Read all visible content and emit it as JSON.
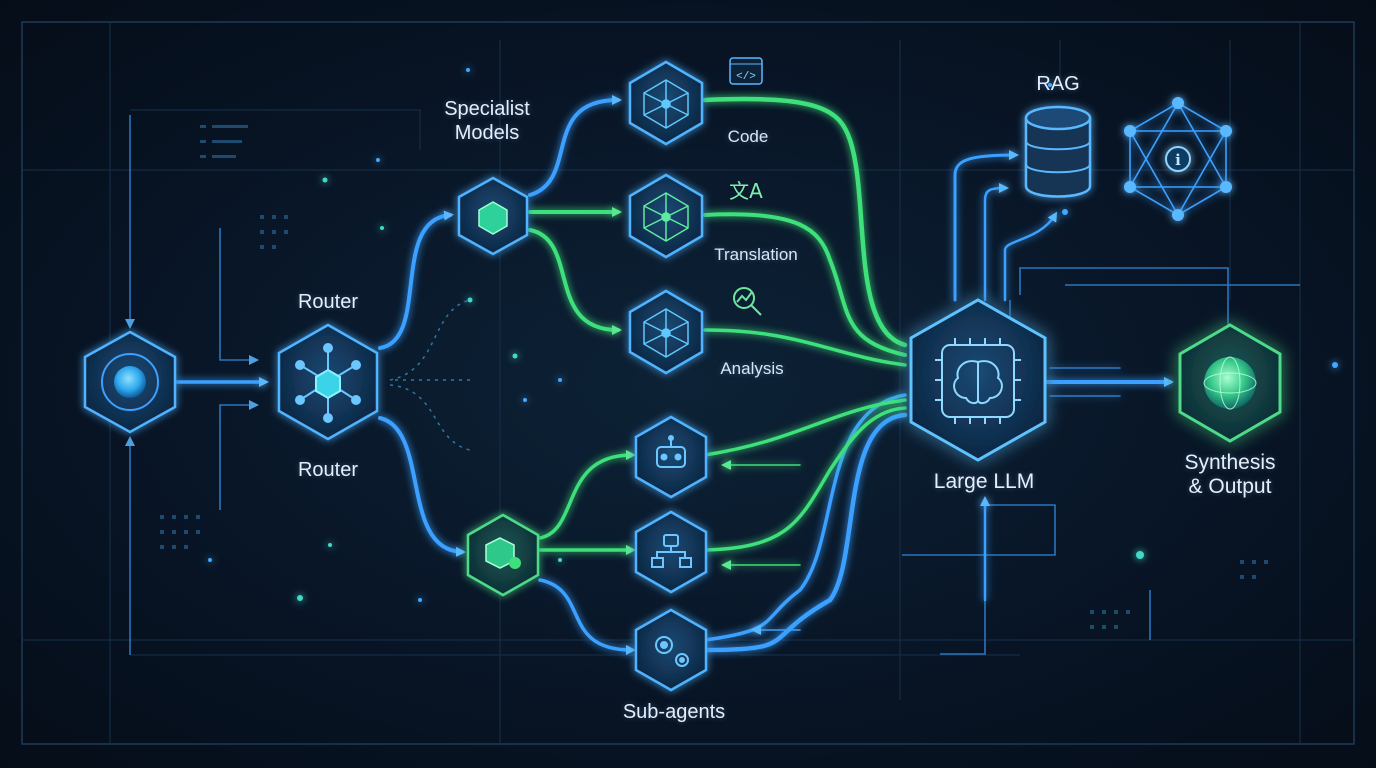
{
  "diagram": {
    "labels": {
      "router_top": "Router",
      "router_bottom": "Router",
      "specialist_models": "Specialist\nModels",
      "code": "Code",
      "translation": "Translation",
      "analysis": "Analysis",
      "rag": "RAG",
      "large_llm": "Large LLM",
      "synthesis": "Synthesis\n& Output",
      "sub_agents": "Sub-agents"
    },
    "icons": {
      "code_badge": "</>",
      "translation_badge": "文A",
      "rag_badge": "i"
    },
    "colors": {
      "background": "#07121f",
      "blue": "#3aa0ff",
      "green": "#3de07a",
      "hex_stroke_blue": "#4fb3ff",
      "hex_stroke_green": "#4ddb8a"
    }
  }
}
